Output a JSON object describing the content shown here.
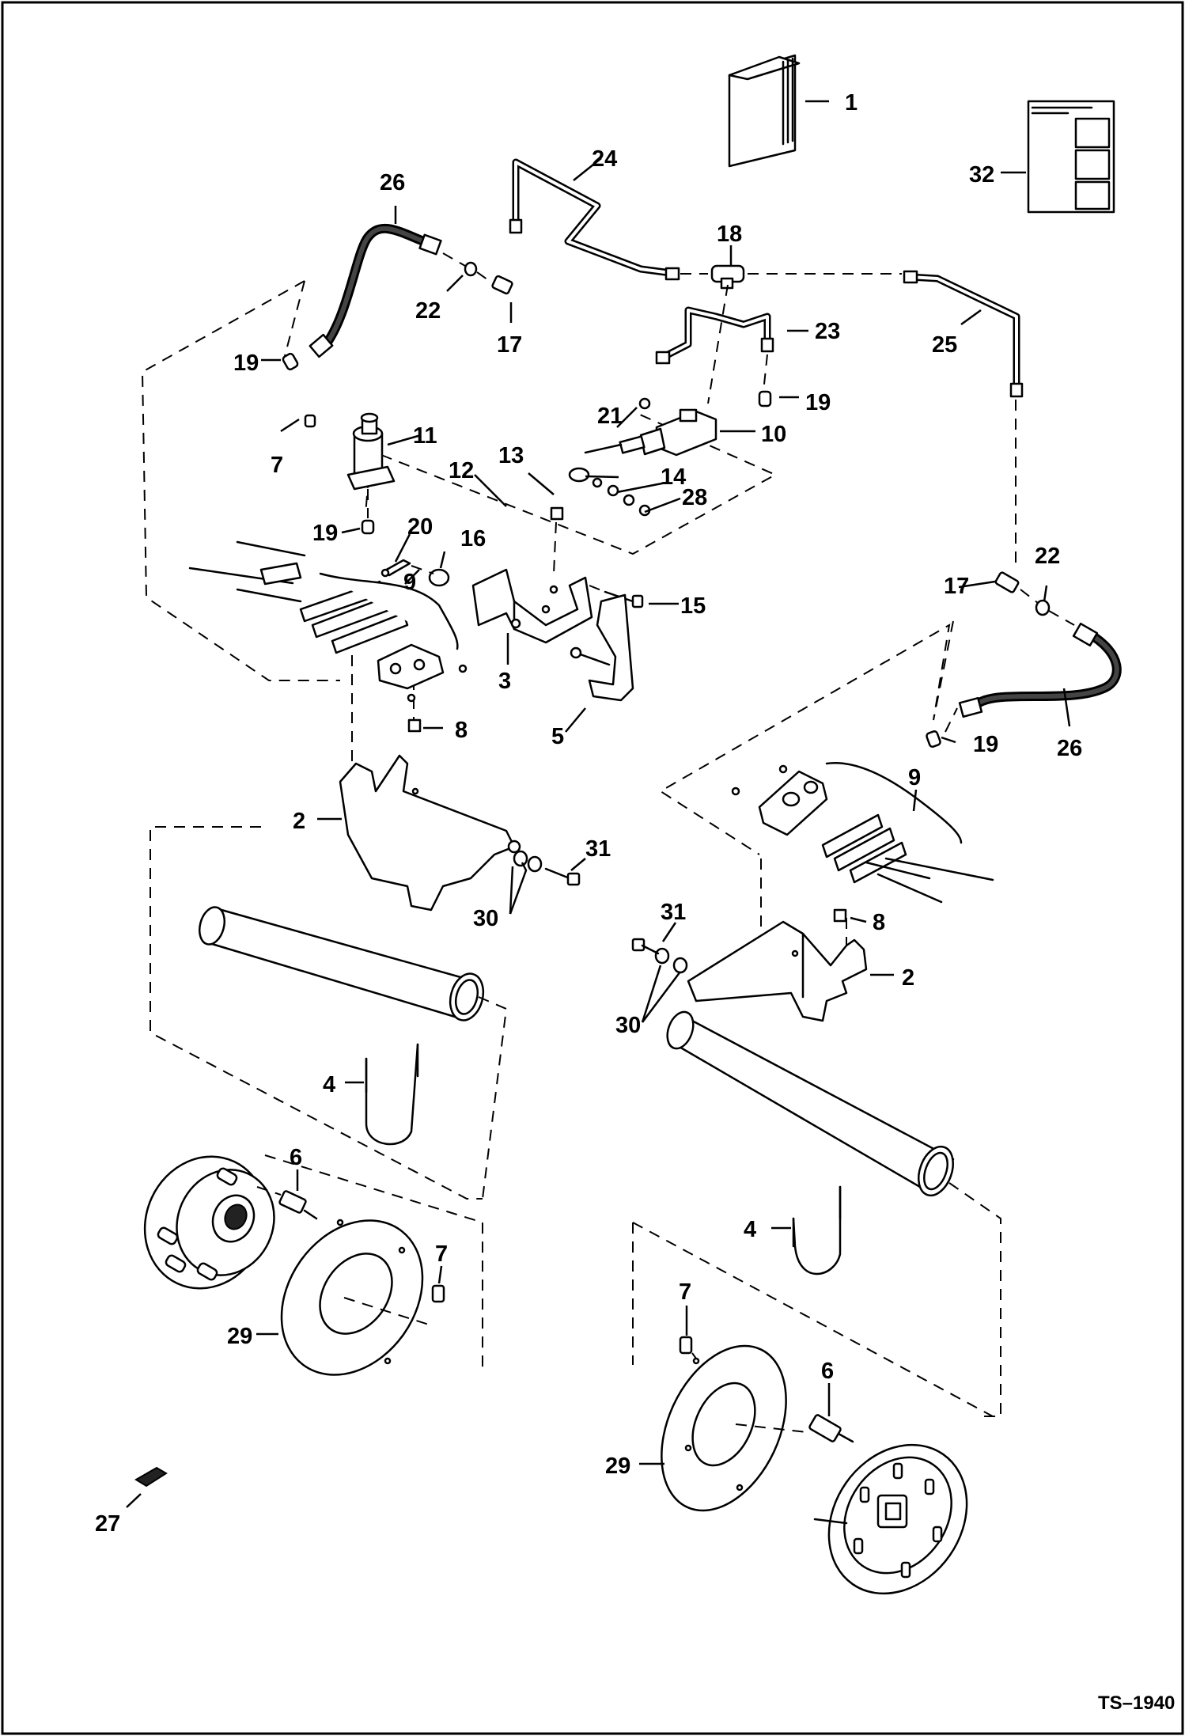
{
  "diagram": {
    "figure_code": "TS–1940",
    "callouts": [
      "1",
      "2",
      "3",
      "4",
      "5",
      "6",
      "7",
      "8",
      "9",
      "10",
      "11",
      "12",
      "13",
      "14",
      "15",
      "16",
      "17",
      "18",
      "19",
      "20",
      "21",
      "22",
      "23",
      "24",
      "25",
      "26",
      "27",
      "28",
      "29",
      "30",
      "31",
      "32"
    ],
    "colors": {
      "line": "#000000",
      "background": "#ffffff",
      "shade": "#f2f2f2"
    }
  }
}
